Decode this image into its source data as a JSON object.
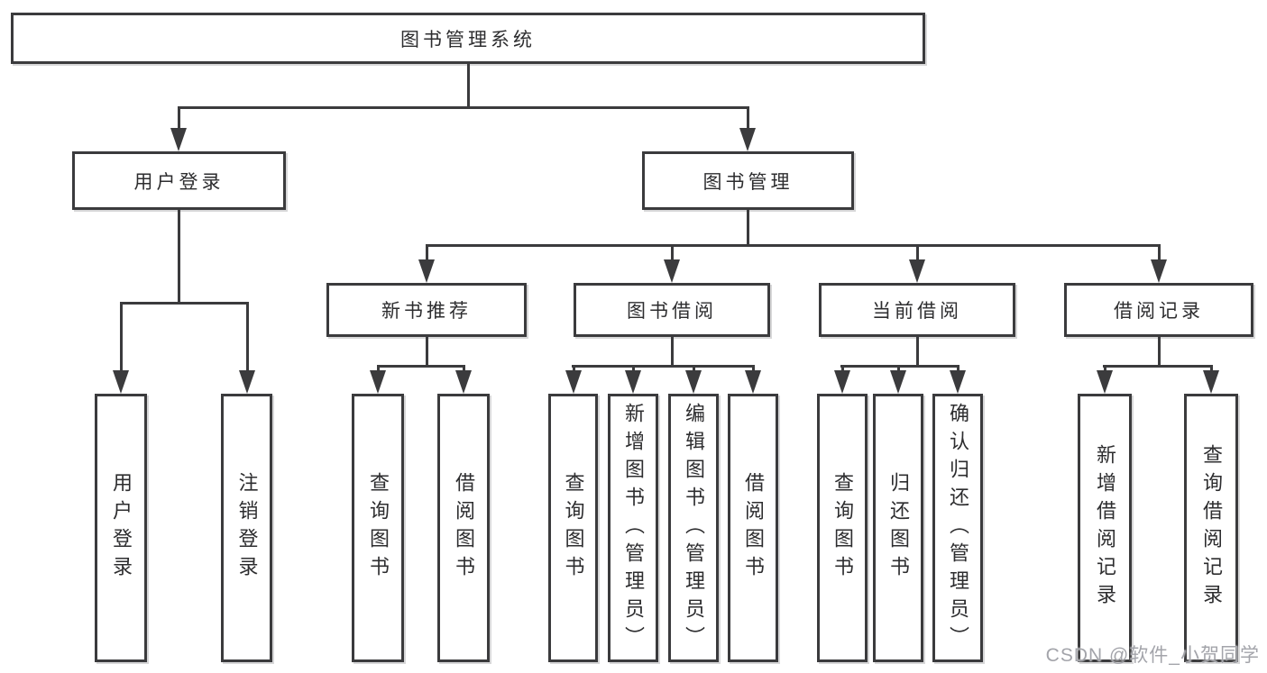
{
  "diagram": {
    "root": {
      "label": "图书管理系统"
    },
    "user_login": {
      "label": "用户登录",
      "children": [
        {
          "label": "用户登录"
        },
        {
          "label": "注销登录"
        }
      ]
    },
    "book_mgmt": {
      "label": "图书管理",
      "children": [
        {
          "label": "新书推荐",
          "children": [
            {
              "label": "查询图书"
            },
            {
              "label": "借阅图书"
            }
          ]
        },
        {
          "label": "图书借阅",
          "children": [
            {
              "label": "查询图书"
            },
            {
              "label": "新增图书（管理员）"
            },
            {
              "label": "编辑图书（管理员）"
            },
            {
              "label": "借阅图书"
            }
          ]
        },
        {
          "label": "当前借阅",
          "children": [
            {
              "label": "查询图书"
            },
            {
              "label": "归还图书"
            },
            {
              "label": "确认归还（管理员）"
            }
          ]
        },
        {
          "label": "借阅记录",
          "children": [
            {
              "label": "新增借阅记录"
            },
            {
              "label": "查询借阅记录"
            }
          ]
        }
      ]
    },
    "watermark": "CSDN @软件_小贺同学",
    "colors": {
      "line": "#3b3b3d",
      "text": "#2d2d2f",
      "watermark": "#a3a4aa",
      "background": "#ffffff"
    }
  }
}
